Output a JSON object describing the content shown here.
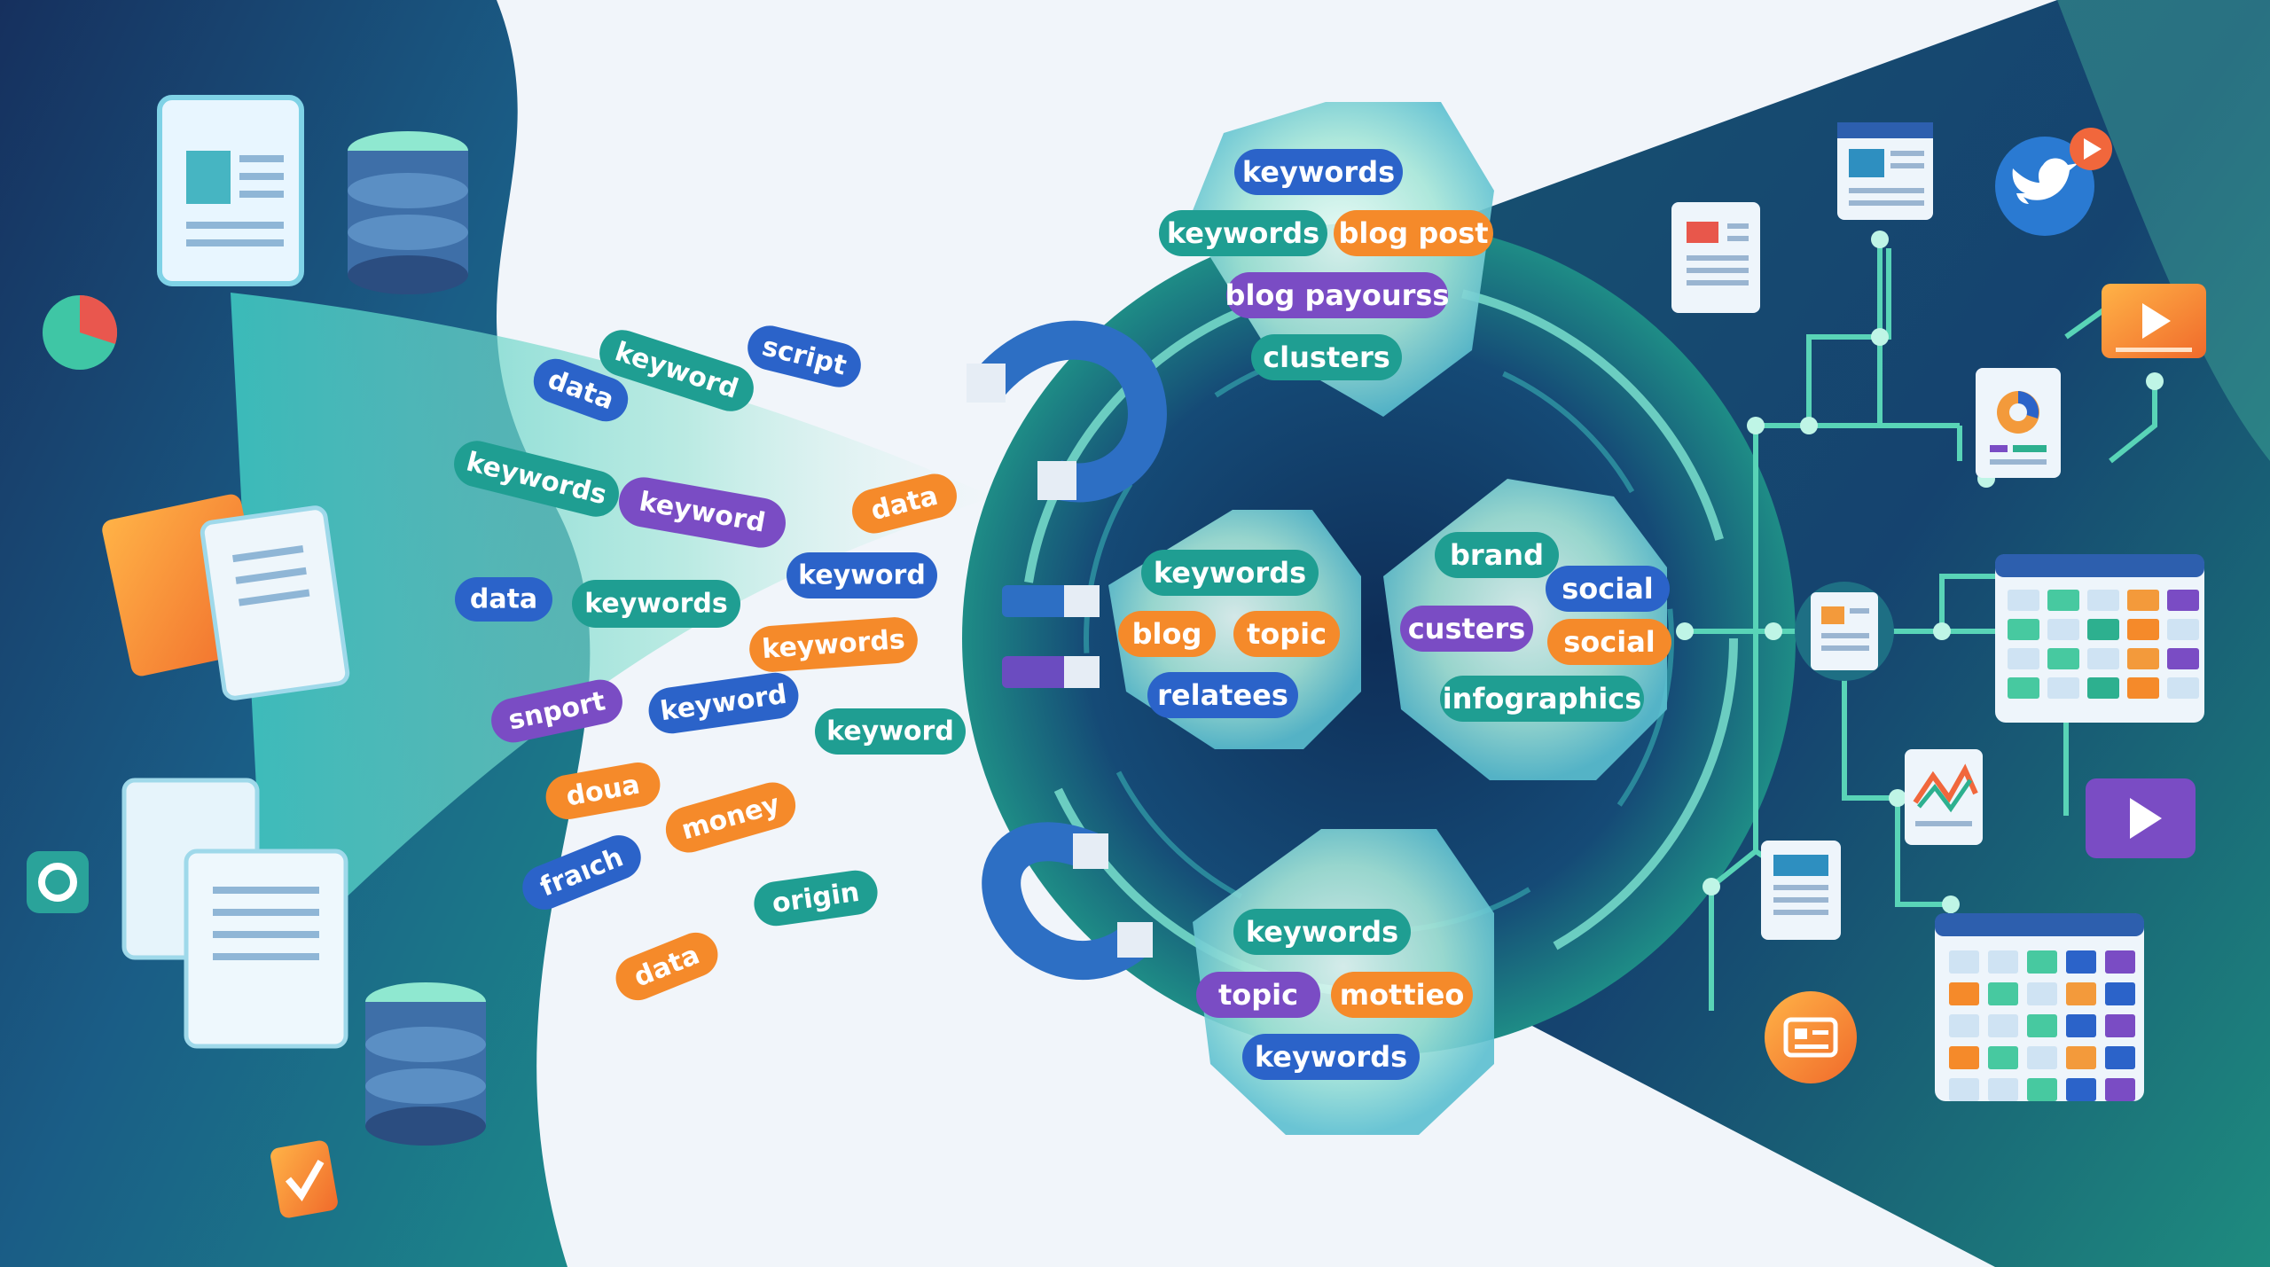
{
  "colors": {
    "navy": "#123a6b",
    "teal": "#1f9e92",
    "blue": "#2b63c9",
    "purple": "#7a4cc4",
    "orange": "#f58a2a",
    "green": "#47c9a0",
    "white": "#ffffff"
  },
  "stream_labels": [
    {
      "text": "keyword",
      "color": "teal"
    },
    {
      "text": "script",
      "color": "blue"
    },
    {
      "text": "data",
      "color": "blue"
    },
    {
      "text": "keywords",
      "color": "teal"
    },
    {
      "text": "keyword",
      "color": "purple"
    },
    {
      "text": "data",
      "color": "orange"
    },
    {
      "text": "data",
      "color": "blue"
    },
    {
      "text": "keywords",
      "color": "teal"
    },
    {
      "text": "keyword",
      "color": "blue"
    },
    {
      "text": "keywords",
      "color": "orange"
    },
    {
      "text": "snport",
      "color": "purple"
    },
    {
      "text": "keyword",
      "color": "blue"
    },
    {
      "text": "keyword",
      "color": "teal"
    },
    {
      "text": "doua",
      "color": "orange"
    },
    {
      "text": "money",
      "color": "orange"
    },
    {
      "text": "fraıch",
      "color": "blue"
    },
    {
      "text": "origin",
      "color": "teal"
    },
    {
      "text": "data",
      "color": "orange"
    }
  ],
  "clusters": {
    "top": [
      {
        "text": "keywords",
        "color": "blue"
      },
      {
        "text": "keywords",
        "color": "teal"
      },
      {
        "text": "blog post",
        "color": "orange"
      },
      {
        "text": "blog payourss",
        "color": "purple"
      },
      {
        "text": "clusters",
        "color": "teal"
      }
    ],
    "middle_left": [
      {
        "text": "keywords",
        "color": "teal"
      },
      {
        "text": "blog",
        "color": "orange"
      },
      {
        "text": "topic",
        "color": "orange"
      },
      {
        "text": "relatees",
        "color": "blue"
      }
    ],
    "middle_right": [
      {
        "text": "brand",
        "color": "teal"
      },
      {
        "text": "social",
        "color": "blue"
      },
      {
        "text": "custers",
        "color": "purple"
      },
      {
        "text": "social",
        "color": "orange"
      },
      {
        "text": "infographics",
        "color": "teal"
      }
    ],
    "bottom": [
      {
        "text": "keywords",
        "color": "teal"
      },
      {
        "text": "topic",
        "color": "purple"
      },
      {
        "text": "mottieo",
        "color": "orange"
      },
      {
        "text": "keywords",
        "color": "blue"
      }
    ]
  },
  "icons": {
    "left": [
      "document-icon",
      "database-icon",
      "pie-chart-icon",
      "chat-document-icon",
      "gear-icon",
      "database-icon",
      "checkmark-icon"
    ],
    "right": [
      "document-icon",
      "webpage-icon",
      "twitter-icon",
      "play-icon",
      "report-icon",
      "calendar-icon",
      "chart-icon",
      "video-icon",
      "contact-card-icon",
      "calendar-icon"
    ]
  }
}
